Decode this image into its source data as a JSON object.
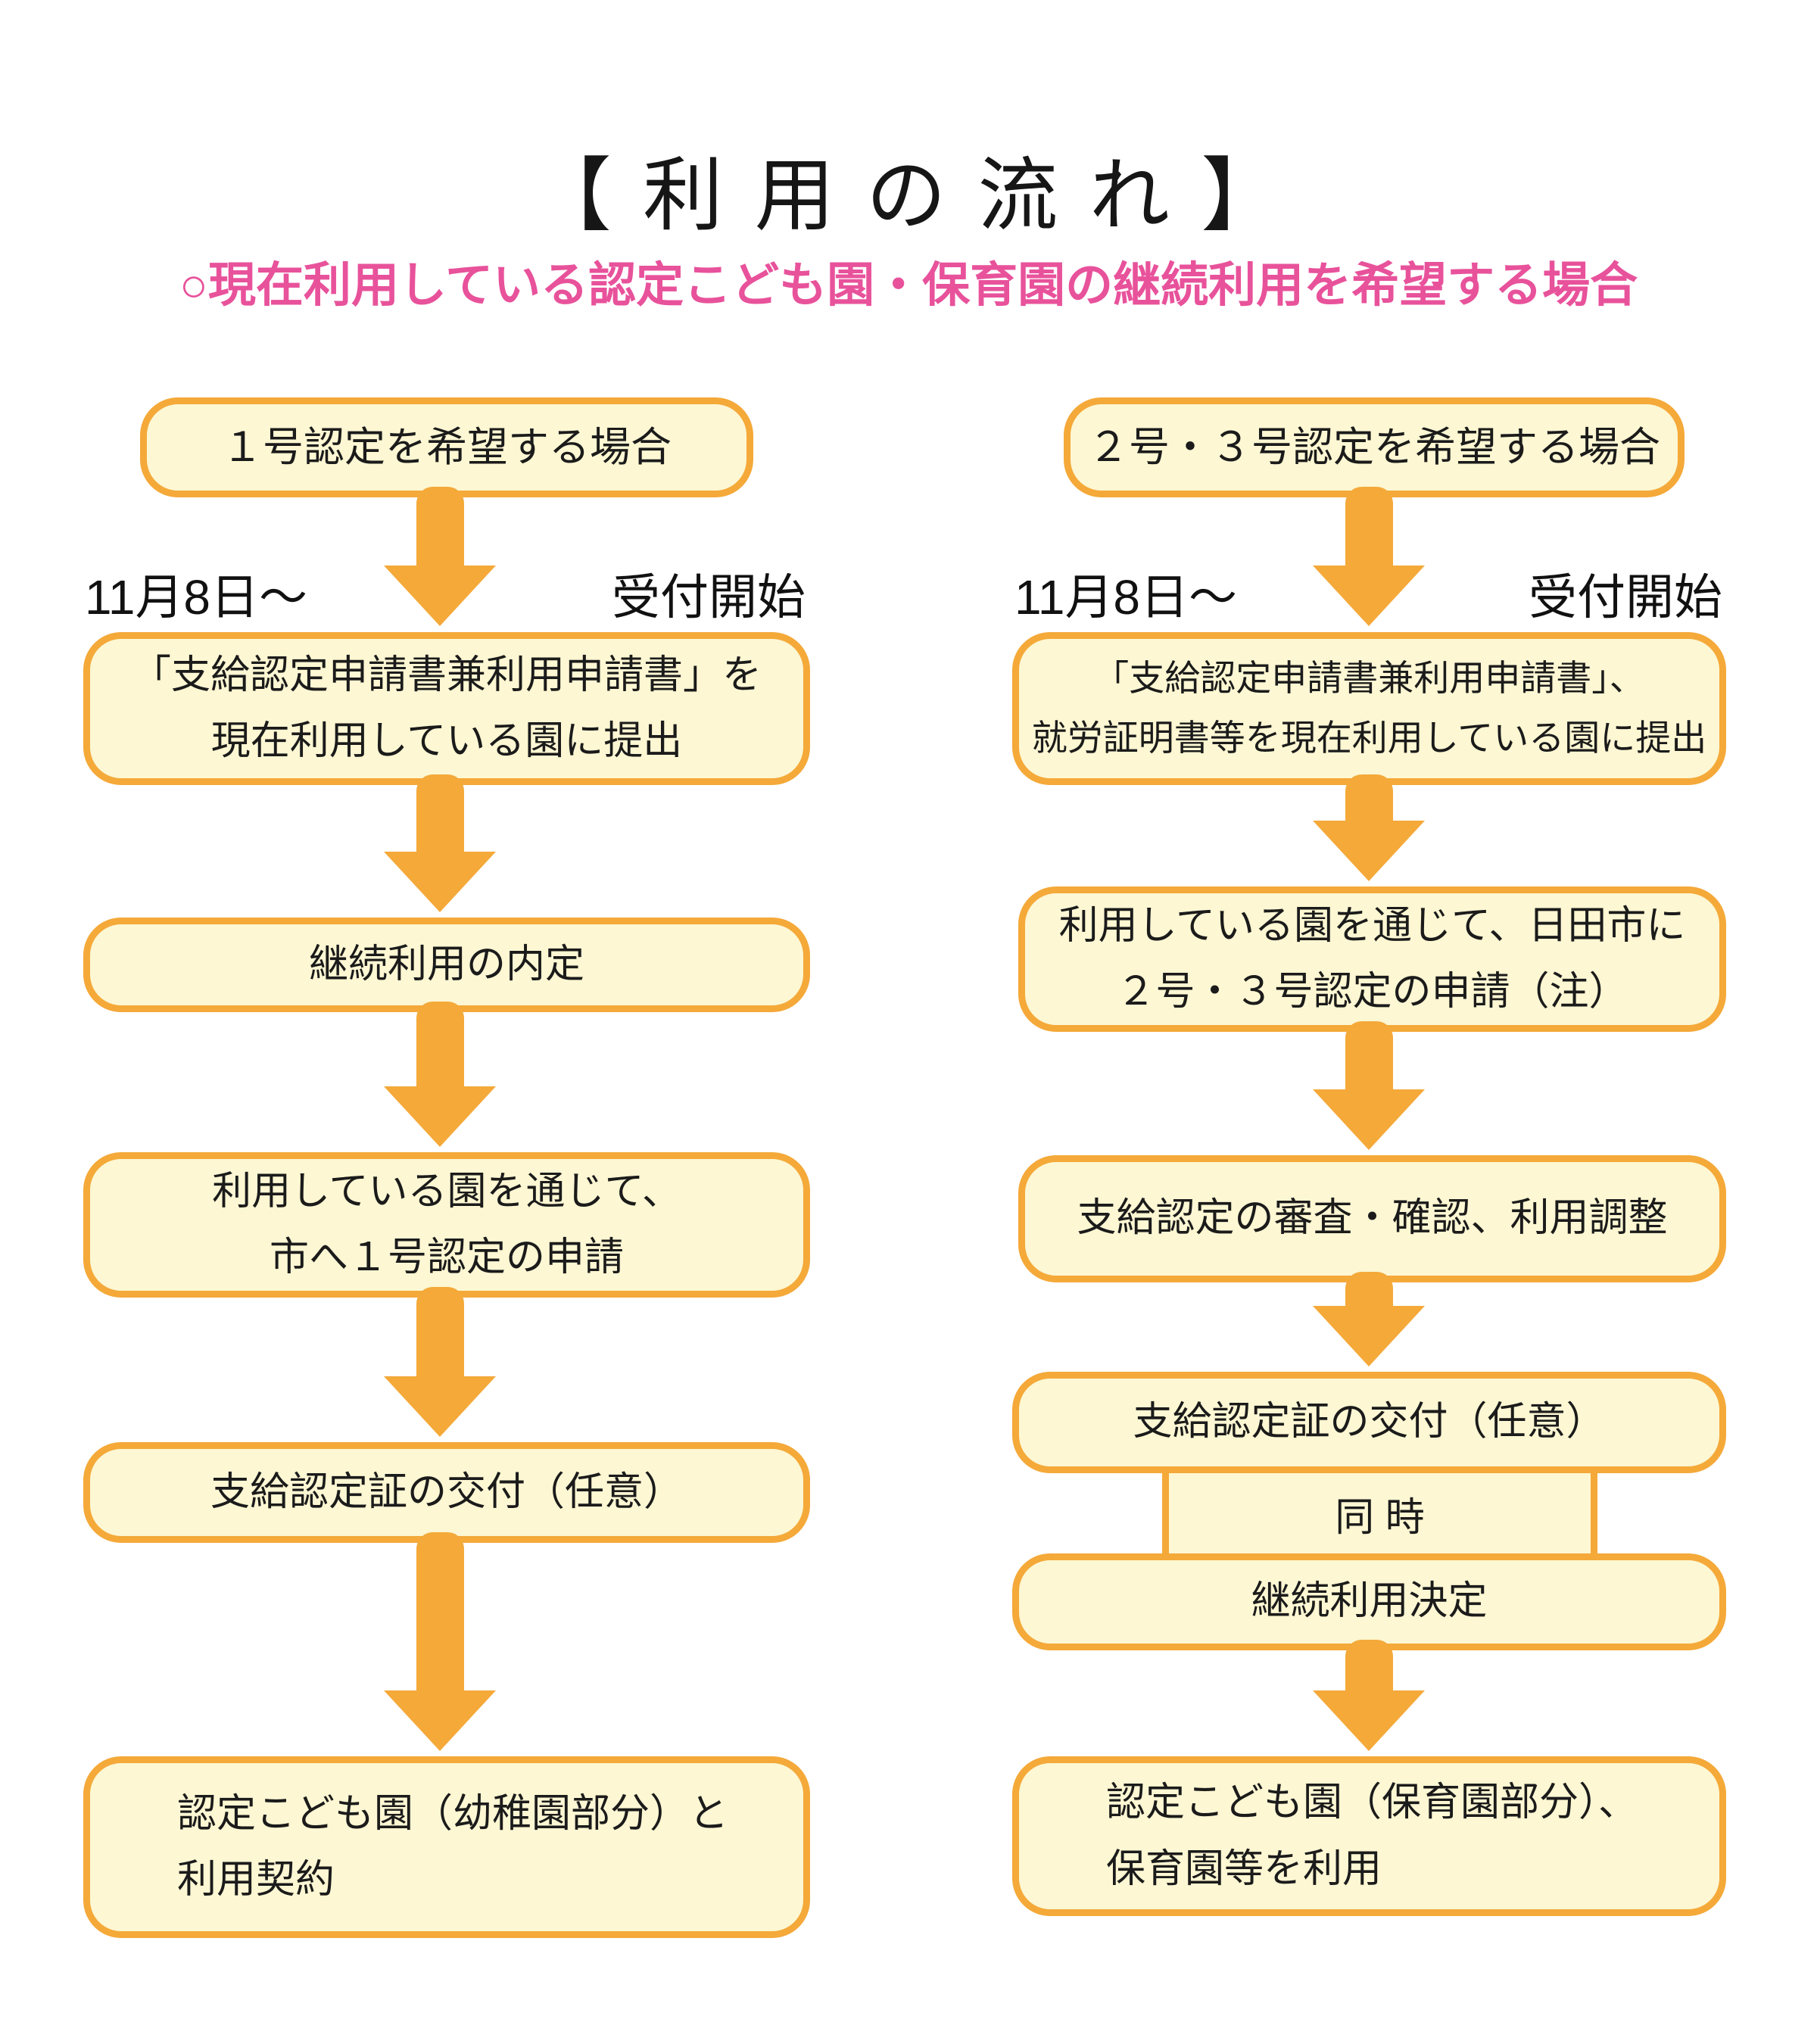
{
  "title": "【 利 用 の 流 れ 】",
  "subtitle": "○現在利用している認定こども園・保育園の継続利用を希望する場合",
  "colors": {
    "accent_orange": "#F4A939",
    "box_fill": "#FDF7D3",
    "subtitle_pink": "#E8529B",
    "text_black": "#1b1b1b"
  },
  "reception": {
    "date": "11月8日～",
    "start": "受付開始"
  },
  "left_flow": {
    "entry": "１号認定を希望する場合",
    "step1_line1": "「支給認定申請書兼利用申請書」を",
    "step1_line2": "現在利用している園に提出",
    "step2": "継続利用の内定",
    "step3_line1": "利用している園を通じて、",
    "step3_line2": "市へ１号認定の申請",
    "step4": "支給認定証の交付（任意）",
    "step5_line1": "認定こども園（幼稚園部分）と",
    "step5_line2": "利用契約"
  },
  "right_flow": {
    "entry": "２号・３号認定を希望する場合",
    "step1_line1": "「支給認定申請書兼利用申請書」、",
    "step1_line2": "就労証明書等を現在利用している園に提出",
    "step2_line1": "利用している園を通じて、日田市に",
    "step2_line2": "２号・３号認定の申請（注）",
    "step3": "支給認定の審査・確認、利用調整",
    "step4": "支給認定証の交付（任意）",
    "connector": "同 時",
    "step5": "継続利用決定",
    "step6_line1": "認定こども園（保育園部分）、",
    "step6_line2": "保育園等を利用"
  }
}
